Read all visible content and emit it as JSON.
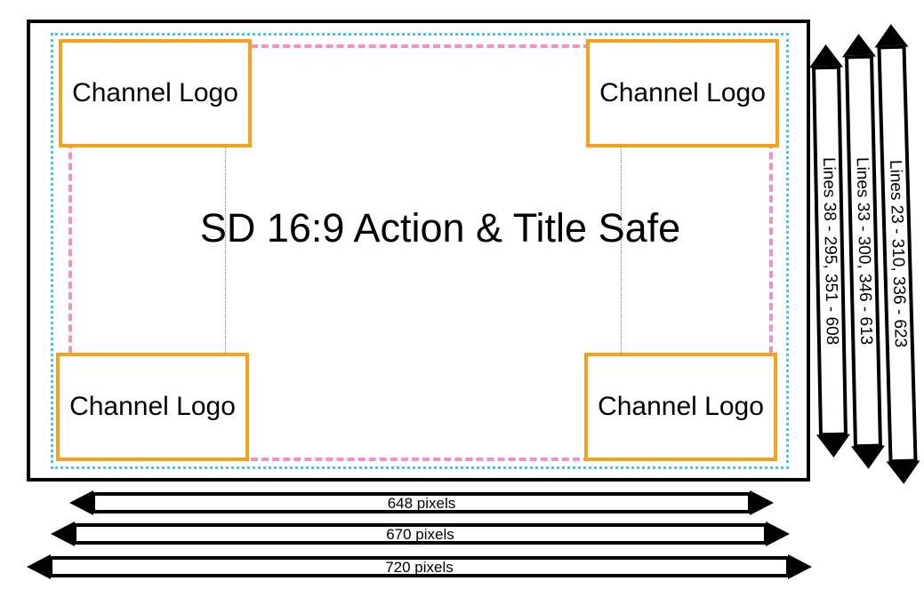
{
  "diagram": {
    "title": "SD 16:9 Action & Title Safe",
    "channel_logo_label": "Channel Logo"
  },
  "width_arrows": [
    {
      "label": "648 pixels"
    },
    {
      "label": "670 pixels"
    },
    {
      "label": "720 pixels"
    }
  ],
  "line_range_arrows": [
    {
      "label": "Lines 38 - 295, 351 - 608"
    },
    {
      "label": "Lines 33 - 300, 346 - 613"
    },
    {
      "label": "Lines 23 - 310, 336 - 623"
    }
  ],
  "colors": {
    "action_safe_blue": "#45C5EE",
    "title_safe_pink": "#F193BE",
    "logo_box_orange": "#F9A01B"
  }
}
